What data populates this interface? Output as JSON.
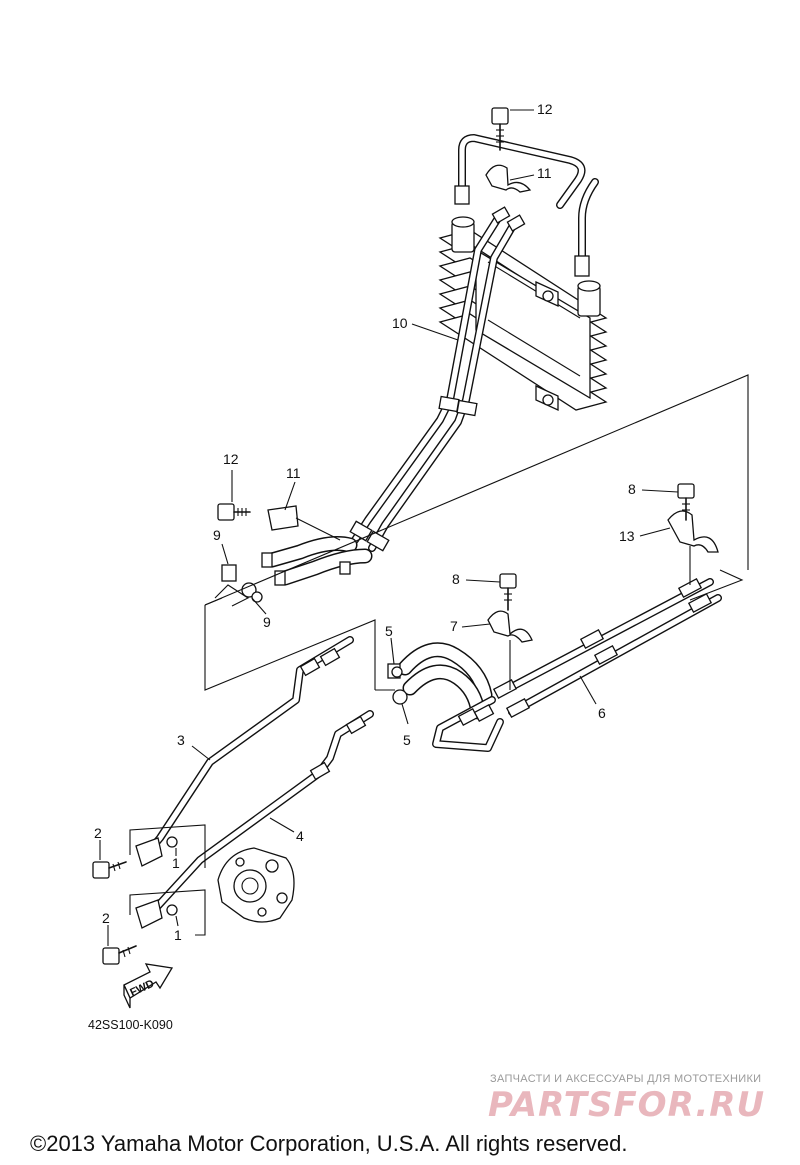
{
  "callouts": [
    {
      "id": "callout-12-top",
      "text": "12"
    },
    {
      "id": "callout-11-top",
      "text": "11"
    },
    {
      "id": "callout-10",
      "text": "10"
    },
    {
      "id": "callout-12-left",
      "text": "12"
    },
    {
      "id": "callout-11-left",
      "text": "11"
    },
    {
      "id": "callout-9-top",
      "text": "9"
    },
    {
      "id": "callout-9-bottom",
      "text": "9"
    },
    {
      "id": "callout-8-right",
      "text": "8"
    },
    {
      "id": "callout-13",
      "text": "13"
    },
    {
      "id": "callout-8-mid",
      "text": "8"
    },
    {
      "id": "callout-7",
      "text": "7"
    },
    {
      "id": "callout-5-top",
      "text": "5"
    },
    {
      "id": "callout-5-bottom",
      "text": "5"
    },
    {
      "id": "callout-6",
      "text": "6"
    },
    {
      "id": "callout-3",
      "text": "3"
    },
    {
      "id": "callout-4",
      "text": "4"
    },
    {
      "id": "callout-2-top",
      "text": "2"
    },
    {
      "id": "callout-1-top",
      "text": "1"
    },
    {
      "id": "callout-2-bottom",
      "text": "2"
    },
    {
      "id": "callout-1-bottom",
      "text": "1"
    }
  ],
  "fwd_label": "FWD",
  "diagram_code": "42SS100-K090",
  "watermark": {
    "tagline": "ЗАПЧАСТИ И АКСЕССУАРЫ ДЛЯ МОТОТЕХНИКИ",
    "brand": "PARTSFOR.RU",
    "color": "#e9b7bd"
  },
  "copyright": "©2013 Yamaha Motor Corporation, U.S.A. All rights reserved."
}
